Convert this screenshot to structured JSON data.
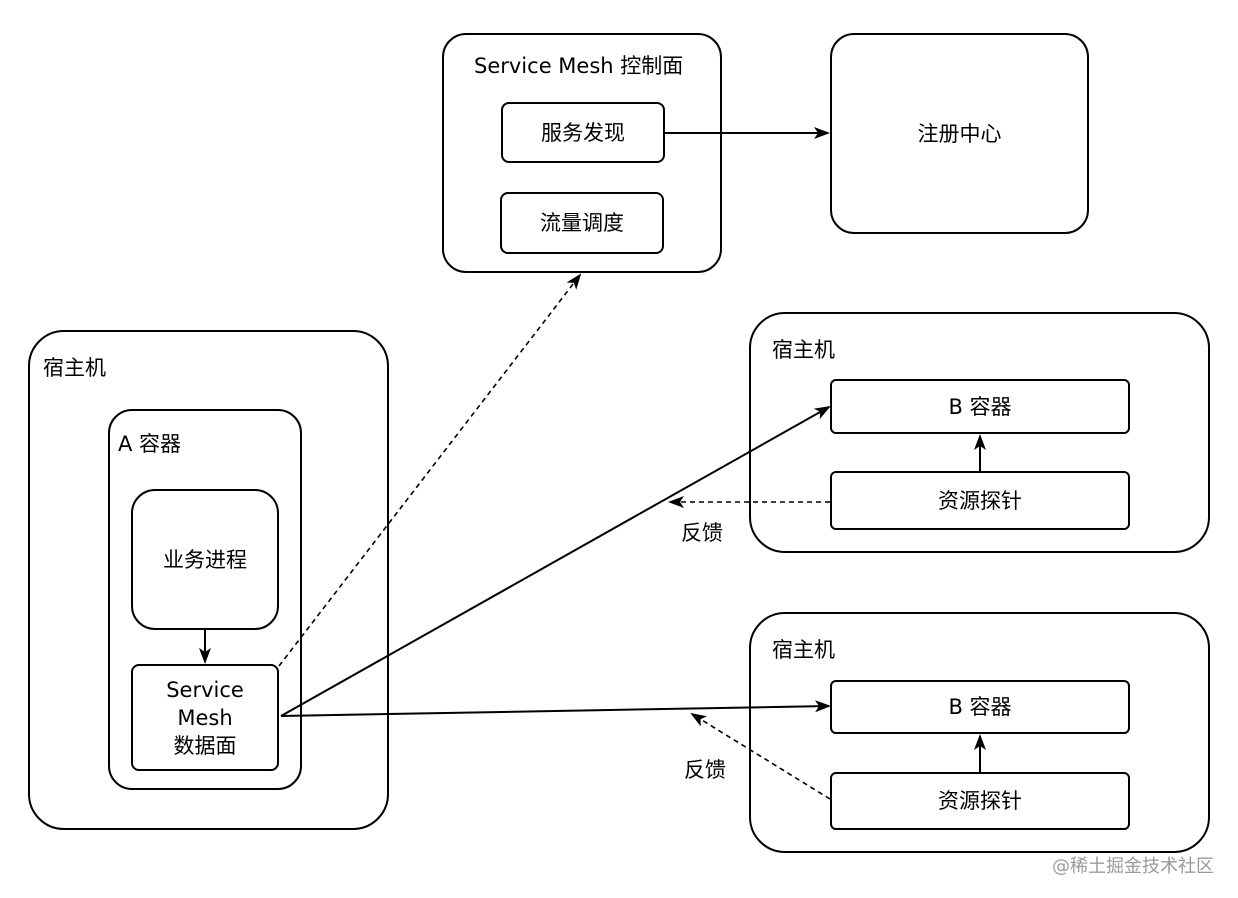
{
  "control_plane": {
    "title": "Service Mesh 控制面",
    "service_discovery": "服务发现",
    "traffic_scheduling": "流量调度"
  },
  "registry": {
    "label": "注册中心"
  },
  "host_a": {
    "title": "宿主机",
    "container": {
      "title": "A 容器",
      "business_process": "业务进程",
      "data_plane": "Service\nMesh\n数据面"
    }
  },
  "host_b1": {
    "title": "宿主机",
    "container": "B 容器",
    "probe": "资源探针",
    "feedback": "反馈"
  },
  "host_b2": {
    "title": "宿主机",
    "container": "B 容器",
    "probe": "资源探针",
    "feedback": "反馈"
  },
  "watermark": "@稀土掘金技术社区"
}
